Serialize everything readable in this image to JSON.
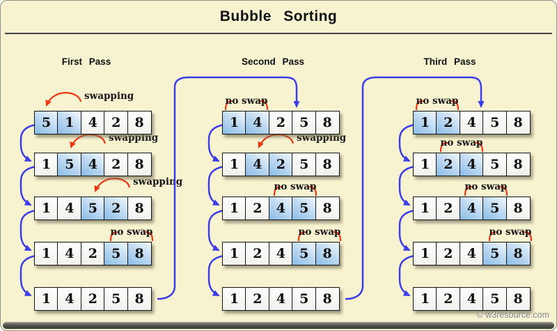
{
  "title": "Bubble Sorting",
  "watermark": "© w3resource.com",
  "colors": {
    "background": "#f7f2cf",
    "flow_arrow_blue": "#3c3ce8",
    "annotation_red": "#ee3512",
    "highlight_cell_blue": "#8abce6",
    "cell_border": "#141414"
  },
  "annotation_labels": {
    "swap": "swapping",
    "no_swap": "no swap"
  },
  "passes": [
    {
      "label": "First Pass",
      "rows": [
        {
          "cells": [
            5,
            1,
            4,
            2,
            8
          ],
          "highlight": [
            0,
            1
          ],
          "annotation": "swapping",
          "annotation_type": "swap"
        },
        {
          "cells": [
            1,
            5,
            4,
            2,
            8
          ],
          "highlight": [
            1,
            2
          ],
          "annotation": "swapping",
          "annotation_type": "swap"
        },
        {
          "cells": [
            1,
            4,
            5,
            2,
            8
          ],
          "highlight": [
            2,
            3
          ],
          "annotation": "swapping",
          "annotation_type": "swap"
        },
        {
          "cells": [
            1,
            4,
            2,
            5,
            8
          ],
          "highlight": [
            3,
            4
          ],
          "annotation": "no swap",
          "annotation_type": "no-swap"
        },
        {
          "cells": [
            1,
            4,
            2,
            5,
            8
          ],
          "highlight": null,
          "annotation": null,
          "annotation_type": null
        }
      ]
    },
    {
      "label": "Second Pass",
      "rows": [
        {
          "cells": [
            1,
            4,
            2,
            5,
            8
          ],
          "highlight": [
            0,
            1
          ],
          "annotation": "no swap",
          "annotation_type": "no-swap"
        },
        {
          "cells": [
            1,
            4,
            2,
            5,
            8
          ],
          "highlight": [
            1,
            2
          ],
          "annotation": "swapping",
          "annotation_type": "swap"
        },
        {
          "cells": [
            1,
            2,
            4,
            5,
            8
          ],
          "highlight": [
            2,
            3
          ],
          "annotation": "no swap",
          "annotation_type": "no-swap"
        },
        {
          "cells": [
            1,
            2,
            4,
            5,
            8
          ],
          "highlight": [
            3,
            4
          ],
          "annotation": "no swap",
          "annotation_type": "no-swap"
        },
        {
          "cells": [
            1,
            2,
            4,
            5,
            8
          ],
          "highlight": null,
          "annotation": null,
          "annotation_type": null
        }
      ]
    },
    {
      "label": "Third Pass",
      "rows": [
        {
          "cells": [
            1,
            2,
            4,
            5,
            8
          ],
          "highlight": [
            0,
            1
          ],
          "annotation": "no swap",
          "annotation_type": "no-swap"
        },
        {
          "cells": [
            1,
            2,
            4,
            5,
            8
          ],
          "highlight": [
            1,
            2
          ],
          "annotation": "no swap",
          "annotation_type": "no-swap"
        },
        {
          "cells": [
            1,
            2,
            4,
            5,
            8
          ],
          "highlight": [
            2,
            3
          ],
          "annotation": "no swap",
          "annotation_type": "no-swap"
        },
        {
          "cells": [
            1,
            2,
            4,
            5,
            8
          ],
          "highlight": [
            3,
            4
          ],
          "annotation": "no swap",
          "annotation_type": "no-swap"
        },
        {
          "cells": [
            1,
            2,
            4,
            5,
            8
          ],
          "highlight": null,
          "annotation": null,
          "annotation_type": null
        }
      ]
    }
  ]
}
